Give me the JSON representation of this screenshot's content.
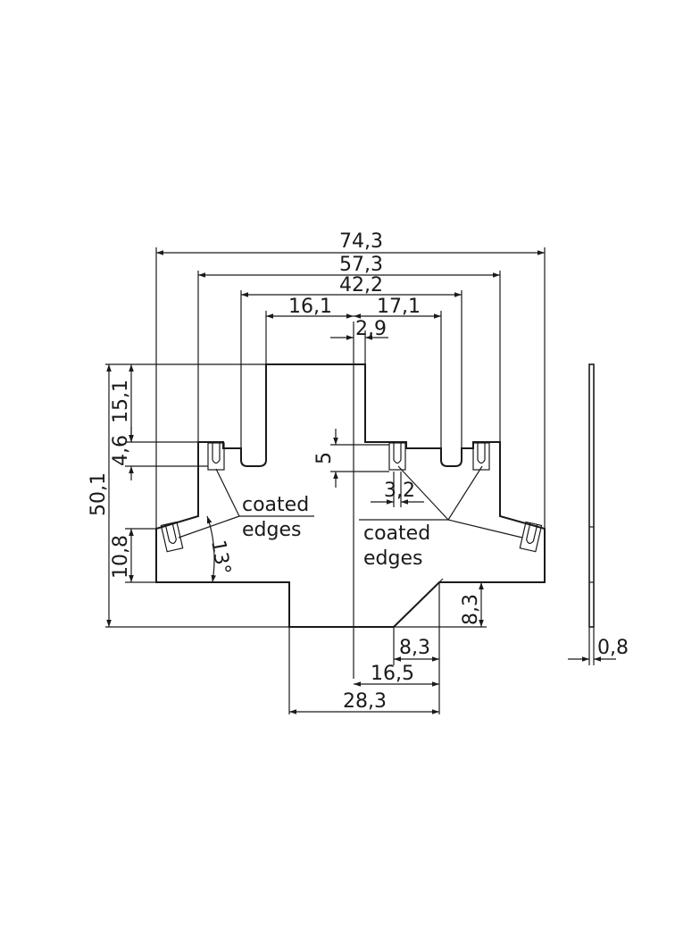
{
  "dimensions": {
    "overall_width": "74,3",
    "width_57": "57,3",
    "width_42": "42,2",
    "left_16": "16,1",
    "right_17": "17,1",
    "gap_29": "2,9",
    "height_151": "15,1",
    "height_46": "4,6",
    "slot_5": "5",
    "slot_32": "3,2",
    "total_height": "50,1",
    "height_108": "10,8",
    "angle": "13°",
    "chamfer_v": "8,3",
    "chamfer_h": "8,3",
    "bottom_165": "16,5",
    "bottom_283": "28,3",
    "thickness": "0,8"
  },
  "labels": {
    "left_line1": "coated",
    "left_line2": "edges",
    "right_line1": "coated",
    "right_line2": "edges"
  }
}
